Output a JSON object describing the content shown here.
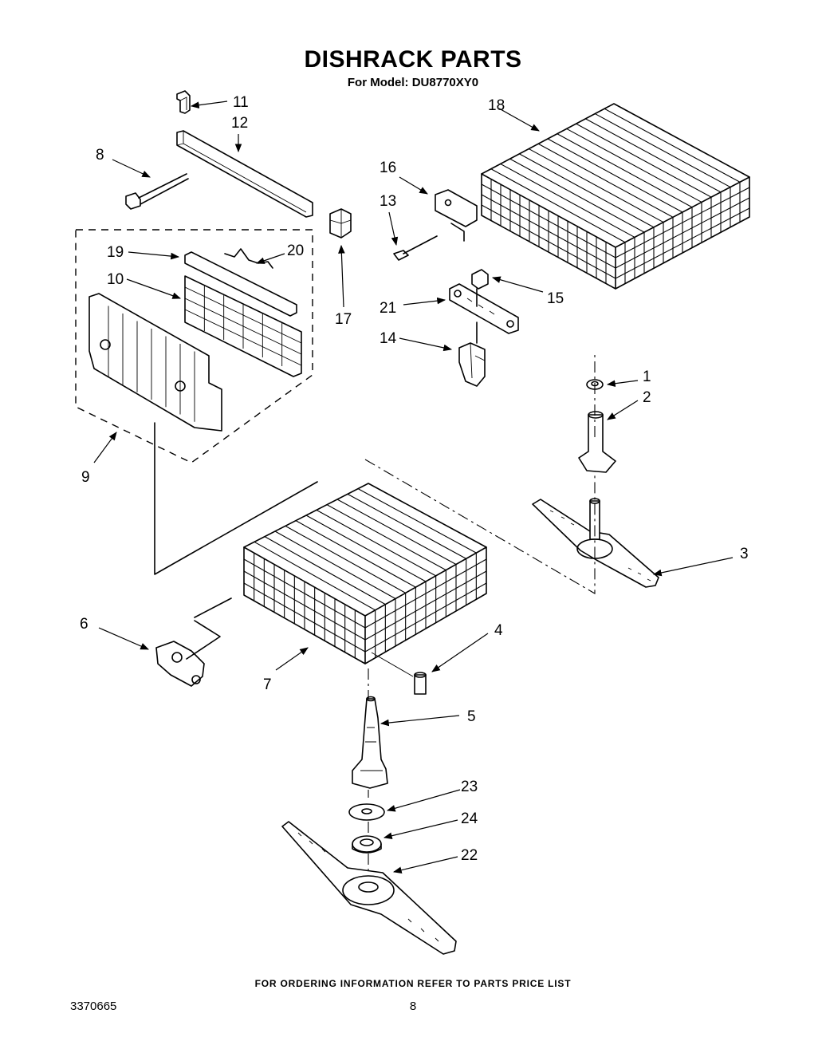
{
  "header": {
    "title": "DISHRACK PARTS",
    "subtitle": "For Model: DU8770XY0"
  },
  "footer": {
    "ordering_note": "FOR ORDERING INFORMATION REFER TO PARTS PRICE LIST",
    "document_number": "3370665",
    "page_number": "8"
  },
  "callouts": {
    "c1": "1",
    "c2": "2",
    "c3": "3",
    "c4": "4",
    "c5": "5",
    "c6": "6",
    "c7": "7",
    "c8": "8",
    "c9": "9",
    "c10": "10",
    "c11": "11",
    "c12": "12",
    "c13": "13",
    "c14": "14",
    "c15": "15",
    "c16": "16",
    "c17": "17",
    "c18": "18",
    "c19": "19",
    "c20": "20",
    "c21": "21",
    "c22": "22",
    "c23": "23",
    "c24": "24"
  }
}
